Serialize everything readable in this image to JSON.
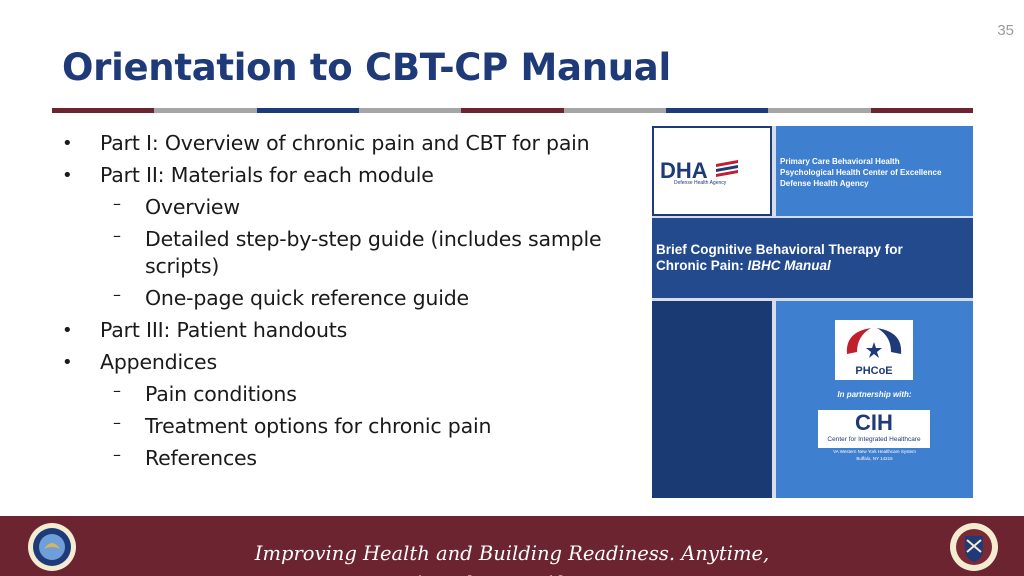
{
  "slide": {
    "number": "35",
    "title": "Orientation to CBT-CP Manual",
    "rule_colors": [
      "#6b2430",
      "#a6a6a6",
      "#1f3a78",
      "#a6a6a6",
      "#6b2430",
      "#a6a6a6",
      "#1f3a78",
      "#a6a6a6",
      "#6b2430"
    ]
  },
  "bullets": [
    {
      "level": 1,
      "marker": "•",
      "text": "Part I:  Overview of chronic pain and CBT for pain"
    },
    {
      "level": 1,
      "marker": "•",
      "text": "Part II:  Materials for each module"
    },
    {
      "level": 2,
      "marker": "–",
      "text": "Overview"
    },
    {
      "level": 2,
      "marker": "–",
      "text": "Detailed step-by-step guide (includes sample scripts)"
    },
    {
      "level": 2,
      "marker": "–",
      "text": "One-page quick reference guide"
    },
    {
      "level": 1,
      "marker": "•",
      "text": "Part III:  Patient handouts"
    },
    {
      "level": 1,
      "marker": "•",
      "text": "Appendices"
    },
    {
      "level": 2,
      "marker": "–",
      "text": "Pain conditions"
    },
    {
      "level": 2,
      "marker": "–",
      "text": "Treatment options for chronic pain"
    },
    {
      "level": 2,
      "marker": "–",
      "text": "References"
    }
  ],
  "cover": {
    "dha_logo_text": "DHA",
    "dha_sub": "Defense Health Agency",
    "org_lines": [
      "Primary Care Behavioral Health",
      "Psychological Health Center of Excellence",
      "Defense Health Agency"
    ],
    "title_line1": "Brief Cognitive Behavioral Therapy for",
    "title_line2_plain": "Chronic Pain: ",
    "title_line2_italic": "IBHC Manual",
    "phcoe": "PHCoE",
    "partner": "In partnership with:",
    "cih_logo": "CIH",
    "cih_sub": "Center for Integrated Healthcare",
    "cih_addr1": "VA Western New York Healthcare System",
    "cih_addr2": "Buffalo, NY 14215"
  },
  "footer": {
    "tagline": "Improving Health and Building Readiness. Anytime, Anywhere — Always"
  }
}
